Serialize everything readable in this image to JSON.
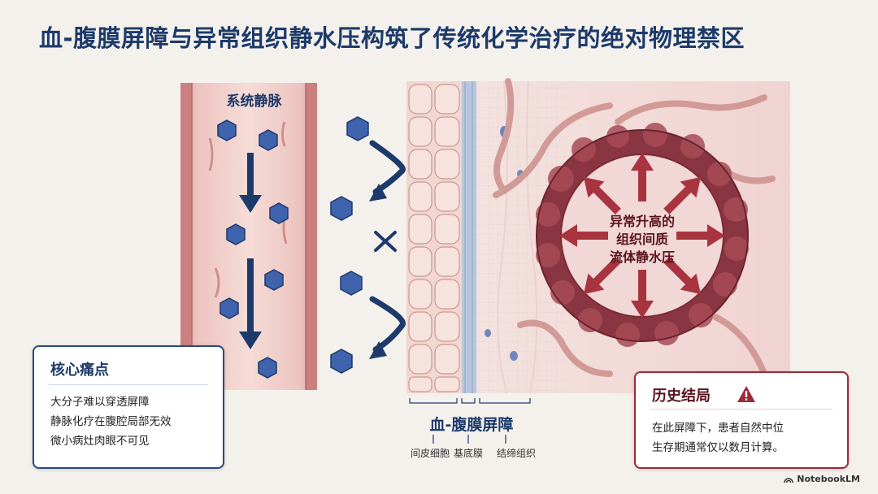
{
  "title": "血-腹膜屏障与异常组织静水压构筑了传统化学治疗的绝对物理禁区",
  "vein_label": "系统静脉",
  "pressure_label": [
    "异常升高的",
    "组织间质",
    "流体静水压"
  ],
  "barrier": {
    "title": "血-腹膜屏障",
    "layers": [
      "间皮细胞",
      "基底膜",
      "结缔组织"
    ]
  },
  "pain_card": {
    "title": "核心痛点",
    "lines": [
      "大分子难以穿透屏障",
      "静脉化疗在腹腔局部无效",
      "微小病灶肉眼不可见"
    ]
  },
  "history_card": {
    "title": "历史结局",
    "lines": [
      "在此屏障下，患者自然中位",
      "生存期通常仅以数月计算。"
    ]
  },
  "brand": "NotebookLM",
  "colors": {
    "navy": "#1d3a6b",
    "drug_blue": "#3f63ad",
    "tissue_pink": "#e8b7b4",
    "tumor_red": "#8a3542",
    "arrow_red": "#a8343f"
  }
}
